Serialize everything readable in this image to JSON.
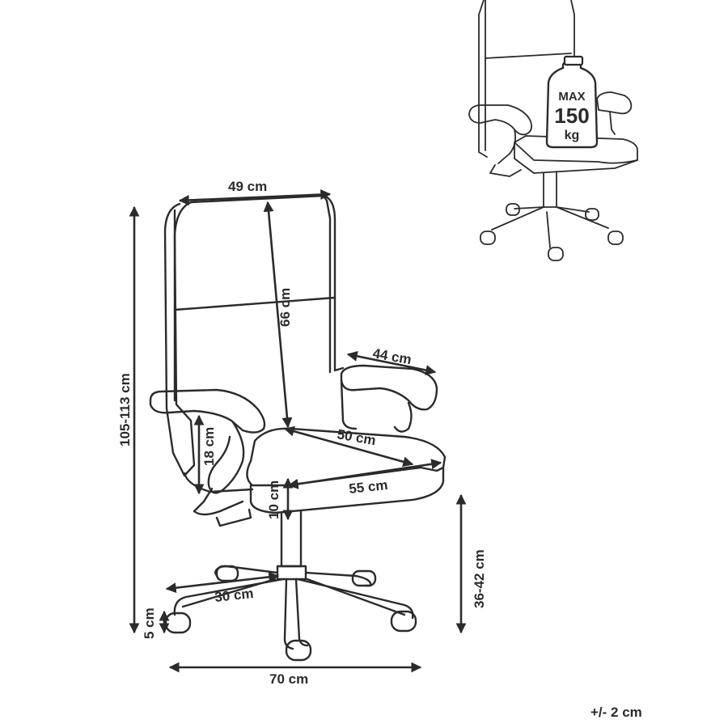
{
  "dimensions": {
    "backrest_width": "49 cm",
    "backrest_height": "66 cm",
    "armrest_depth": "44 cm",
    "seat_depth": "50 cm",
    "seat_width": "55 cm",
    "armrest_height": "18 cm",
    "seat_thickness": "10 cm",
    "total_height": "105-113 cm",
    "seat_height": "36-42 cm",
    "leg_length": "30 cm",
    "wheel_height": "5 cm",
    "base_width": "70 cm"
  },
  "tolerance": "+/- 2 cm",
  "max_load": {
    "line1": "MAX",
    "line2": "150",
    "line3": "kg"
  }
}
